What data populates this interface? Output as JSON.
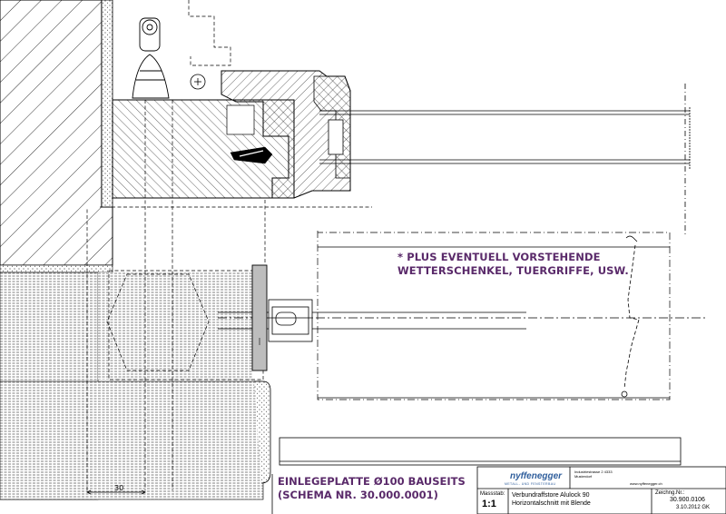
{
  "note": {
    "line1": "* PLUS EVENTUELL VORSTEHENDE",
    "line2": "WETTERSCHENKEL, TUERGRIFFE, USW."
  },
  "callout": {
    "line1": "EINLEGEPLATTE Ø100 BAUSEITS",
    "line2": "(SCHEMA NR. 30.000.0001)"
  },
  "dimension": {
    "value": "30"
  },
  "title_block": {
    "company": "nyffenegger",
    "company_tagline": "METALL- UND FENSTERBAU",
    "address": "Industriestrasse 2 4333 Musterdorf",
    "web": "www.nyffenegger.ch",
    "scale_label": "Massstab:",
    "scale": "1:1",
    "title_line1": "Verbundraffstore Alulock 90",
    "title_line2": "Horizontalschnitt mit Blende",
    "drawing_no_label": "Zeichng.Nr.:",
    "drawing_no": "30.900.0106",
    "date": "3.10.2012 GK"
  },
  "colors": {
    "line": "#000000",
    "note_text": "#5a2a6a",
    "logo_blue": "#2f5e9c",
    "panel_gray": "#bdbdbd"
  }
}
